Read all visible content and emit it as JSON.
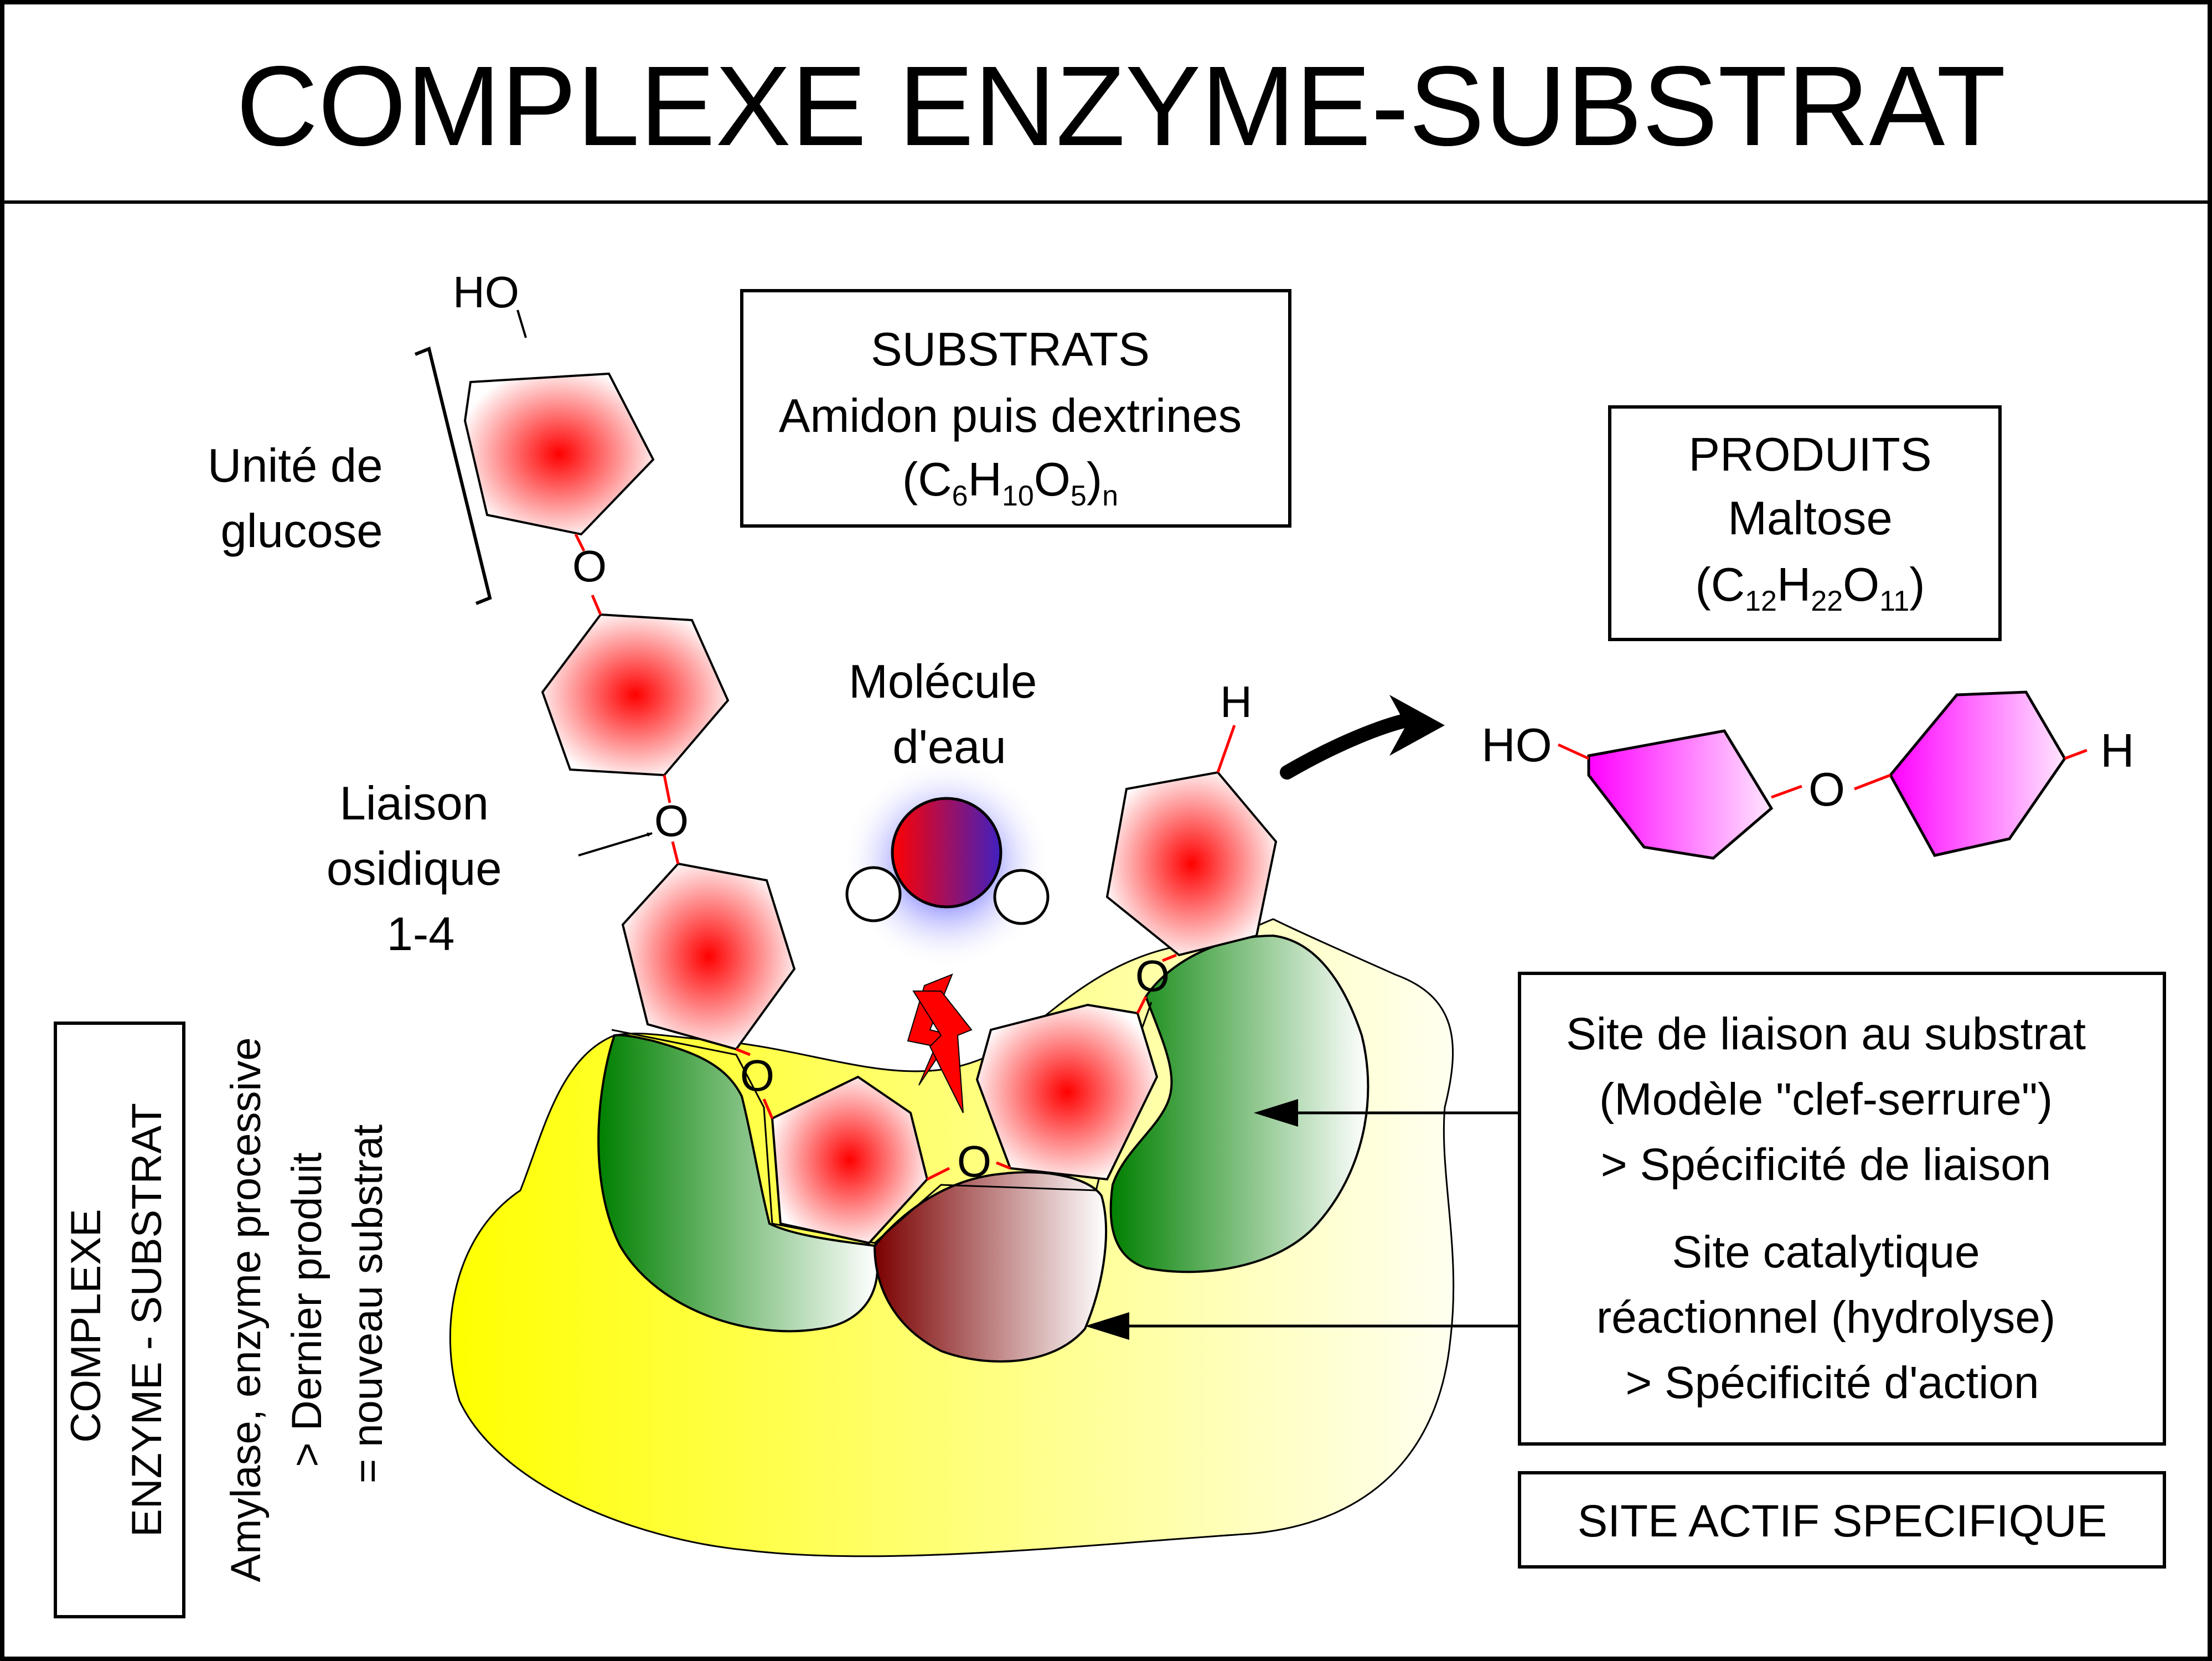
{
  "title": "COMPLEXE ENZYME-SUBSTRAT",
  "substrats": {
    "heading": "SUBSTRATS",
    "line2": "Amidon puis dextrines",
    "formula": {
      "open": "(C",
      "s1": "6",
      "h": "H",
      "s2": "10",
      "o": "O",
      "s3": "5",
      "close": ")",
      "s4": "n"
    }
  },
  "produits": {
    "heading": "PRODUITS",
    "line2": "Maltose",
    "formula": {
      "open": "(C",
      "s1": "12",
      "h": "H",
      "s2": "22",
      "o": "O",
      "s3": "11",
      "close": ")"
    }
  },
  "glucose_unit": {
    "line1": "Unité de",
    "line2": "glucose"
  },
  "hydroxyl_top": "HO",
  "liaison": {
    "line1": "Liaison",
    "line2": "osidique",
    "line3": "1-4"
  },
  "oxygen": "O",
  "water": {
    "line1": "Molécule",
    "line2": "d'eau"
  },
  "hydrogen": "H",
  "maltose": {
    "left": "HO",
    "middle": "O",
    "right": "H"
  },
  "site_box": {
    "l1": "Site de liaison au substrat",
    "l2": "(Modèle \"clef-serrure\")",
    "l3": "> Spécificité de liaison",
    "l4": "Site catalytique",
    "l5": "réactionnel (hydrolyse)",
    "l6": "> Spécificité d'action"
  },
  "site_actif": "SITE ACTIF SPECIFIQUE",
  "side_box": {
    "l1": "COMPLEXE",
    "l2": "ENZYME - SUBSTRAT"
  },
  "side_text": {
    "l1": "Amylase, enzyme processive",
    "l2": "> Dernier produit",
    "l3": "= nouveau substrat"
  },
  "colors": {
    "glucose": "#ff0000",
    "maltose": "#ff00ff",
    "binding_site": "#008000",
    "catalytic_site": "#8b0000",
    "enzyme": "#ffff00",
    "water_glow": "#0000ff",
    "lightning": "#ff0000"
  }
}
